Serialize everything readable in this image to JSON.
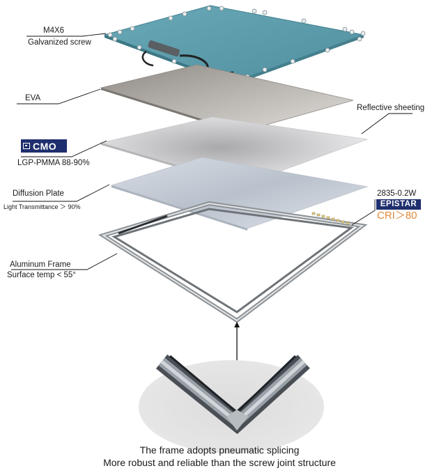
{
  "labels": {
    "screw_size": "M4X6",
    "screw_type": "Galvanized screw",
    "eva": "EVA",
    "reflective": "Reflective sheeting",
    "cmo_brand": "CMO",
    "lgp": "LGP-PMMA 88-90%",
    "diffusion": "Diffusion Plate",
    "transmittance": "Light Transmittance ＞ 90%",
    "led_spec": "2835-0.2W",
    "epistar_brand": "EPISTAR",
    "cri": "CRI＞80",
    "frame": "Aluminum Frame",
    "surface_temp": "Surface temp < 55°"
  },
  "caption": {
    "line1": "The frame adopts pneumatic splicing",
    "line2": "More robust and reliable than the screw joint structure"
  },
  "colors": {
    "backplate": "#5e9fae",
    "eva": "#a7a39e",
    "brand_navy": "#1f2f6e",
    "cri_orange": "#e08a3a"
  }
}
